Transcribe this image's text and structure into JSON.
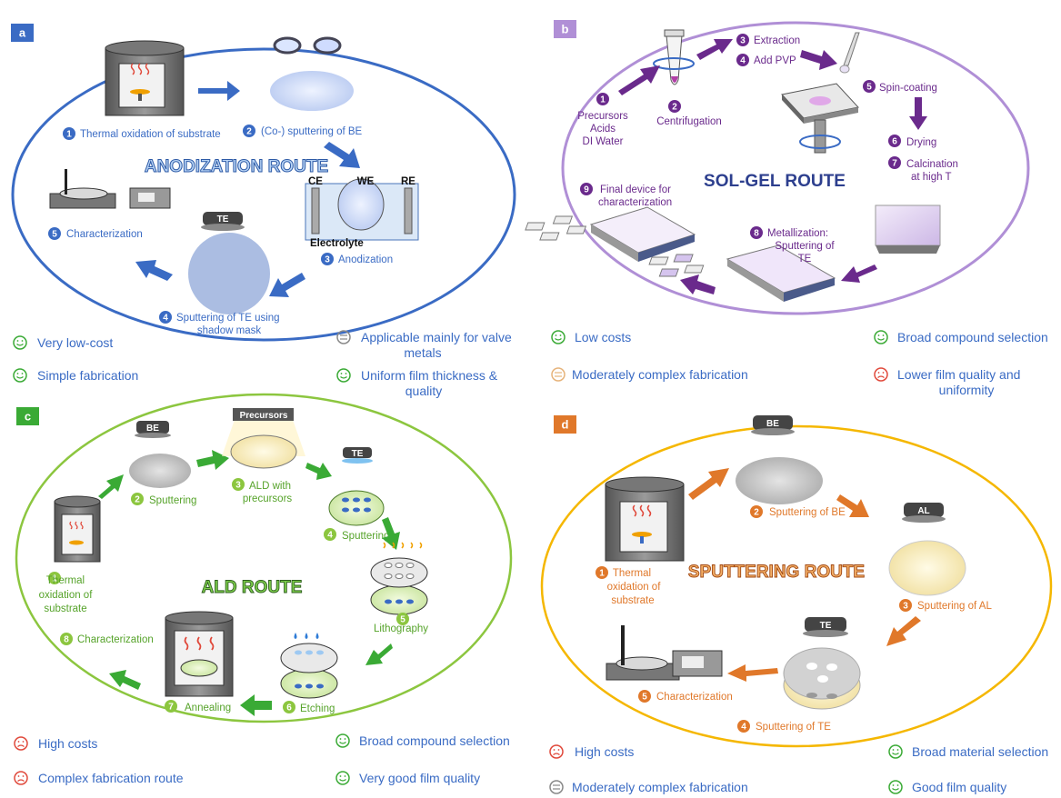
{
  "colors": {
    "anodization": "#3a6bc4",
    "solgel": "#b08fd6",
    "solgel_text": "#6a2a8c",
    "ald": "#8cc63f",
    "ald_text": "#56a32a",
    "sputtering": "#f5b700",
    "sputtering_text": "#e0782a",
    "pros_cons_text": "#3a6bc4",
    "good_icon": "#3aaa35",
    "bad_icon": "#e0483a",
    "neutral_icon": "#888888"
  },
  "panels": {
    "a": {
      "tag": "a",
      "title": "ANODIZATION ROUTE",
      "steps": [
        {
          "num": "1",
          "label": "Thermal oxidation of substrate"
        },
        {
          "num": "2",
          "label": "(Co-) sputtering of BE"
        },
        {
          "num": "3",
          "label": "Anodization"
        },
        {
          "num": "4",
          "label_lines": [
            "Sputtering of TE using",
            "shadow mask"
          ]
        },
        {
          "num": "5",
          "label": "Characterization"
        }
      ],
      "electrode_labels": {
        "ce": "CE",
        "we": "WE",
        "re": "RE",
        "electrolyte": "Electrolyte",
        "te": "TE"
      },
      "pros_cons": [
        {
          "icon": "good",
          "lines": [
            "Very low-cost"
          ]
        },
        {
          "icon": "good",
          "lines": [
            "Simple fabrication"
          ]
        },
        {
          "icon": "neutral",
          "lines": [
            "Applicable mainly for valve",
            "metals"
          ]
        },
        {
          "icon": "good",
          "lines": [
            "Uniform film thickness &",
            "quality"
          ]
        }
      ]
    },
    "b": {
      "tag": "b",
      "title": "SOL-GEL ROUTE",
      "steps": [
        {
          "num": "1",
          "label_lines": [
            "Precursors",
            "Acids",
            "DI Water"
          ]
        },
        {
          "num": "2",
          "label": "Centrifugation"
        },
        {
          "num": "3",
          "label": "Extraction"
        },
        {
          "num": "4",
          "label": "Add PVP"
        },
        {
          "num": "5",
          "label": "Spin-coating"
        },
        {
          "num": "6",
          "label": "Drying"
        },
        {
          "num": "7",
          "label_lines": [
            "Calcination",
            "at high T"
          ]
        },
        {
          "num": "8",
          "label_lines": [
            "Metallization:",
            "Sputtering of",
            "TE"
          ]
        },
        {
          "num": "9",
          "label_lines": [
            "Final device for",
            "characterization"
          ]
        }
      ],
      "pros_cons": [
        {
          "icon": "good",
          "lines": [
            "Low costs"
          ]
        },
        {
          "icon": "neutral",
          "lines": [
            "Moderately complex fabrication"
          ]
        },
        {
          "icon": "good",
          "lines": [
            "Broad compound selection"
          ]
        },
        {
          "icon": "bad",
          "lines": [
            "Lower film quality and",
            "uniformity"
          ]
        }
      ]
    },
    "c": {
      "tag": "c",
      "title": "ALD ROUTE",
      "steps": [
        {
          "num": "1",
          "label_lines": [
            "Thermal",
            "oxidation of",
            "substrate"
          ]
        },
        {
          "num": "2",
          "label": "Sputtering"
        },
        {
          "num": "3",
          "label_lines": [
            "ALD with",
            "precursors"
          ]
        },
        {
          "num": "4",
          "label": "Sputtering"
        },
        {
          "num": "5",
          "label": "Lithography"
        },
        {
          "num": "6",
          "label": "Etching"
        },
        {
          "num": "7",
          "label": "Annealing"
        },
        {
          "num": "8",
          "label": "Characterization"
        }
      ],
      "device_labels": {
        "be": "BE",
        "precursors": "Precursors",
        "te": "TE"
      },
      "pros_cons": [
        {
          "icon": "bad",
          "lines": [
            "High costs"
          ]
        },
        {
          "icon": "bad",
          "lines": [
            "Complex fabrication route"
          ]
        },
        {
          "icon": "good",
          "lines": [
            "Broad compound selection"
          ]
        },
        {
          "icon": "good",
          "lines": [
            "Very good film quality"
          ]
        }
      ]
    },
    "d": {
      "tag": "d",
      "title": "SPUTTERING ROUTE",
      "steps": [
        {
          "num": "1",
          "label_lines": [
            "Thermal",
            "oxidation of",
            "substrate"
          ]
        },
        {
          "num": "2",
          "label": "Sputtering of BE"
        },
        {
          "num": "3",
          "label": "Sputtering of AL"
        },
        {
          "num": "4",
          "label": "Sputtering of TE"
        },
        {
          "num": "5",
          "label": "Characterization"
        }
      ],
      "device_labels": {
        "be": "BE",
        "al": "AL",
        "te": "TE"
      },
      "pros_cons": [
        {
          "icon": "bad",
          "lines": [
            "High costs"
          ]
        },
        {
          "icon": "neutral",
          "lines": [
            "Moderately complex fabrication"
          ]
        },
        {
          "icon": "good",
          "lines": [
            "Broad material selection"
          ]
        },
        {
          "icon": "good",
          "lines": [
            "Good film quality"
          ]
        }
      ]
    }
  }
}
